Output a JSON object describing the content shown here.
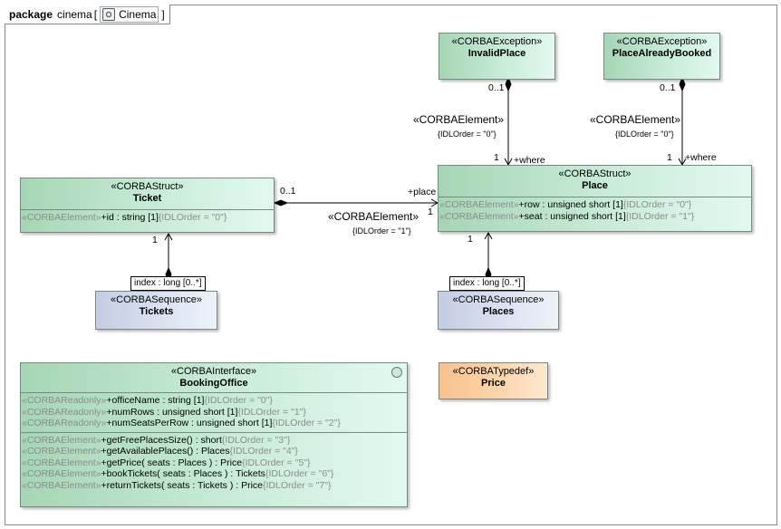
{
  "package": {
    "keyword": "package",
    "name": "cinema",
    "bracket_open": "[",
    "diagram_name": "Cinema",
    "bracket_close": "]"
  },
  "classes": {
    "invalidPlace": {
      "stereotype": "«CORBAException»",
      "name": "InvalidPlace"
    },
    "placeAlreadyBooked": {
      "stereotype": "«CORBAException»",
      "name": "PlaceAlreadyBooked"
    },
    "ticket": {
      "stereotype": "«CORBAStruct»",
      "name": "Ticket",
      "attributes": [
        {
          "stereo": "«CORBAElement»",
          "text": "+id : string [1]",
          "tag": "{IDLOrder = \"0\"}"
        }
      ]
    },
    "place": {
      "stereotype": "«CORBAStruct»",
      "name": "Place",
      "attributes": [
        {
          "stereo": "«CORBAElement»",
          "text": "+row : unsigned short [1]",
          "tag": "{IDLOrder = \"0\"}"
        },
        {
          "stereo": "«CORBAElement»",
          "text": "+seat : unsigned short [1]",
          "tag": "{IDLOrder = \"1\"}"
        }
      ]
    },
    "tickets": {
      "stereotype": "«CORBASequence»",
      "name": "Tickets"
    },
    "places": {
      "stereotype": "«CORBASequence»",
      "name": "Places"
    },
    "bookingOffice": {
      "stereotype": "«CORBAInterface»",
      "name": "BookingOffice",
      "attributes": [
        {
          "stereo": "«CORBAReadonly»",
          "text": "+officeName : string [1]",
          "tag": "{IDLOrder = \"0\"}"
        },
        {
          "stereo": "«CORBAReadonly»",
          "text": "+numRows : unsigned short [1]",
          "tag": "{IDLOrder = \"1\"}"
        },
        {
          "stereo": "«CORBAReadonly»",
          "text": "+numSeatsPerRow : unsigned short [1]",
          "tag": "{IDLOrder = \"2\"}"
        }
      ],
      "operations": [
        {
          "stereo": "«CORBAElement»",
          "text": "+getFreePlacesSize() : short",
          "tag": "{IDLOrder = \"3\"}"
        },
        {
          "stereo": "«CORBAElement»",
          "text": "+getAvailablePlaces() : Places",
          "tag": "{IDLOrder = \"4\"}"
        },
        {
          "stereo": "«CORBAElement»",
          "text": "+getPrice( seats : Places ) : Price",
          "tag": "{IDLOrder = \"5\"}"
        },
        {
          "stereo": "«CORBAElement»",
          "text": "+bookTickets( seats : Places ) : Tickets",
          "tag": "{IDLOrder = \"6\"}"
        },
        {
          "stereo": "«CORBAElement»",
          "text": "+returnTickets( seats : Tickets ) : Price",
          "tag": "{IDLOrder = \"7\"}"
        }
      ]
    },
    "price": {
      "stereotype": "«CORBATypedef»",
      "name": "Price"
    }
  },
  "associations": {
    "invalidPlace_place": {
      "mult_top": "0..1",
      "stereotype": "«CORBAElement»",
      "tag": "{IDLOrder = \"0\"}",
      "mult_bottom": "1",
      "role": "+where"
    },
    "booked_place": {
      "mult_top": "0..1",
      "stereotype": "«CORBAElement»",
      "tag": "{IDLOrder = \"0\"}",
      "mult_bottom": "1",
      "role": "+where"
    },
    "ticket_place": {
      "mult_left": "0..1",
      "role": "+place",
      "mult_right": "1",
      "stereotype": "«CORBAElement»",
      "tag": "{IDLOrder = \"1\"}"
    },
    "tickets_ticket": {
      "mult": "1",
      "qualifier": "index : long [0..*]"
    },
    "places_place": {
      "mult": "1",
      "qualifier": "index : long [0..*]"
    }
  },
  "colors": {
    "struct_fill": "#c9ecd8",
    "sequence_fill": "#dde4f2",
    "typedef_fill": "#fbd7b0",
    "border": "#7a8a80",
    "tag_gray": "#8c8c8c"
  }
}
